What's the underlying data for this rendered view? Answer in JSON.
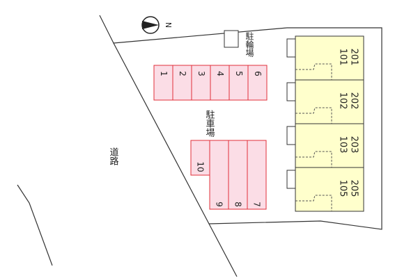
{
  "compass": {
    "label": "N",
    "icon": "north-arrow-icon"
  },
  "bicycle_parking": {
    "label": "駐輪場"
  },
  "parking_label": "駐車場",
  "road_label": "道路",
  "parking_spaces": [
    "1",
    "2",
    "3",
    "4",
    "5",
    "6",
    "7",
    "8",
    "9",
    "10"
  ],
  "units": [
    {
      "upper": "201",
      "lower": "101"
    },
    {
      "upper": "202",
      "lower": "102"
    },
    {
      "upper": "203",
      "lower": "103"
    },
    {
      "upper": "205",
      "lower": "105"
    }
  ],
  "colors": {
    "parking_fill": "#fbdde6",
    "parking_stroke": "#e0303a",
    "building_fill": "#ffffcc",
    "lot_stroke": "#333333"
  }
}
